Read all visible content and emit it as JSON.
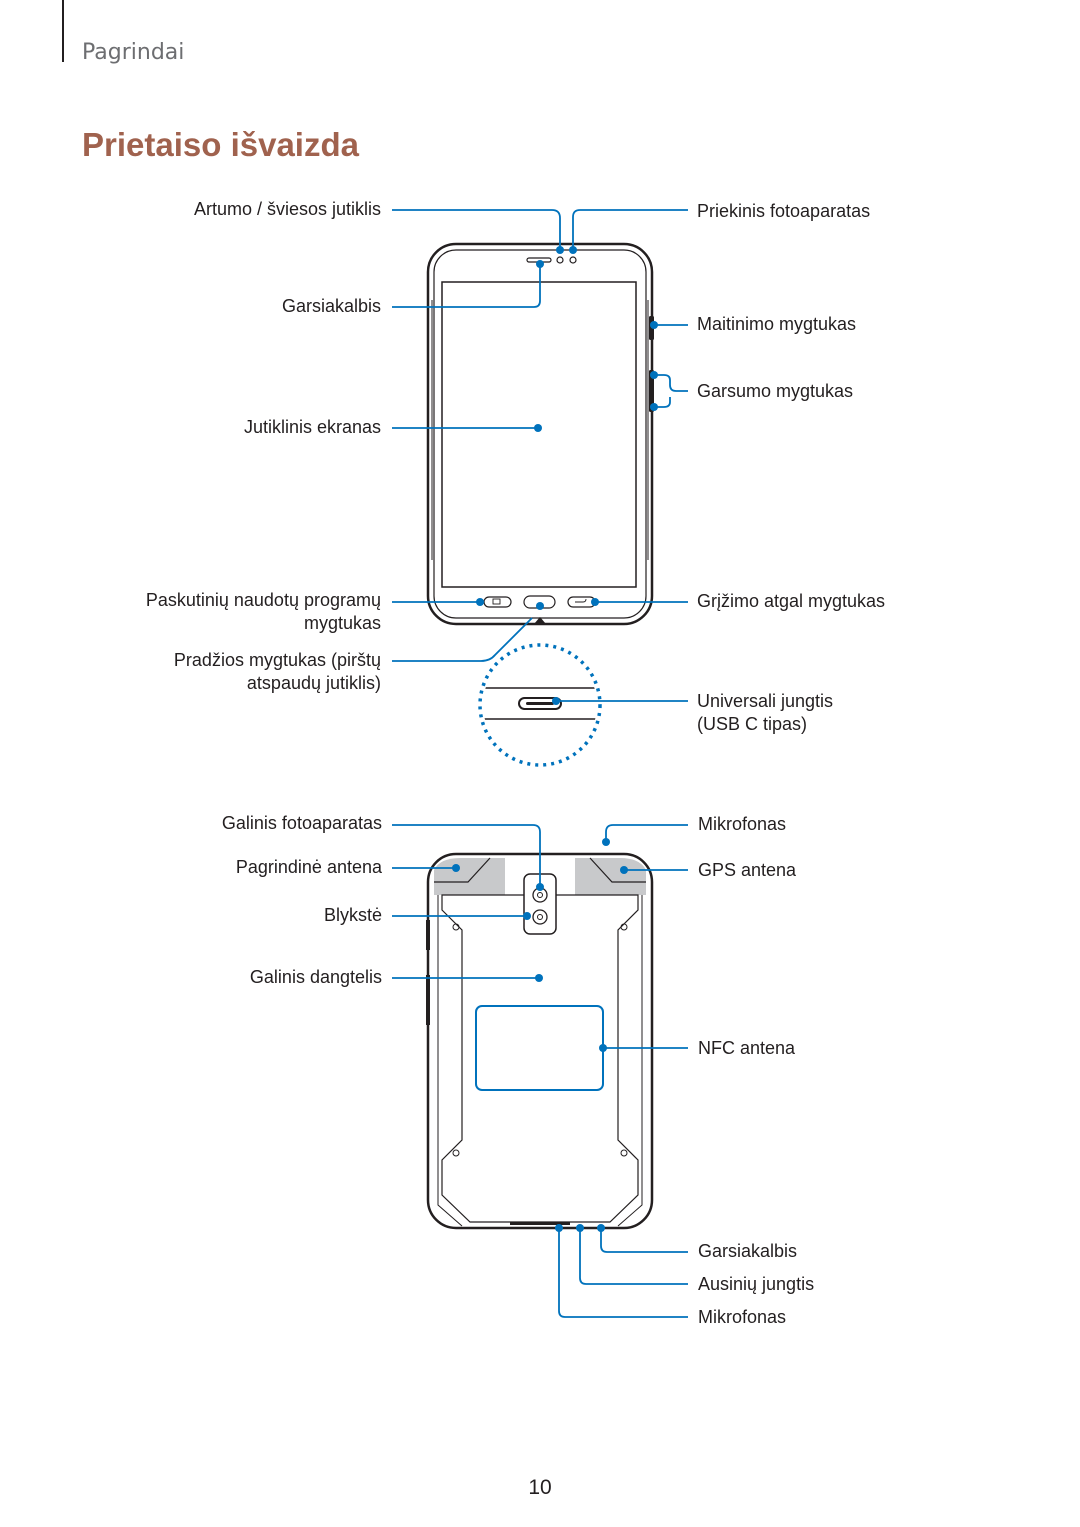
{
  "header": {
    "section": "Pagrindai",
    "title": "Prietaiso išvaizda"
  },
  "front_labels": {
    "proximity_sensor": "Artumo / šviesos jutiklis",
    "front_camera": "Priekinis fotoaparatas",
    "speaker_top": "Garsiakalbis",
    "power_key": "Maitinimo mygtukas",
    "volume_key": "Garsumo mygtukas",
    "touchscreen": "Jutiklinis ekranas",
    "recent_apps": "Paskutinių naudotų programų\nmygtukas",
    "back_key": "Grįžimo atgal mygtukas",
    "home_key": "Pradžios mygtukas (pirštų\natspaudų jutiklis)",
    "usb": "Universali jungtis\n(USB C tipas)"
  },
  "back_labels": {
    "rear_camera": "Galinis fotoaparatas",
    "microphone_top": "Mikrofonas",
    "main_antenna": "Pagrindinė antena",
    "gps_antenna": "GPS antena",
    "flash": "Blykstė",
    "back_cover": "Galinis dangtelis",
    "nfc_antenna": "NFC antena",
    "speaker_bottom": "Garsiakalbis",
    "earphone_jack": "Ausinių jungtis",
    "microphone_bottom": "Mikrofonas"
  },
  "colors": {
    "accent_line": "#0072bc",
    "title": "#a0624e",
    "antenna_area": "#c8c9cb"
  },
  "footer": {
    "page_number": "10"
  }
}
